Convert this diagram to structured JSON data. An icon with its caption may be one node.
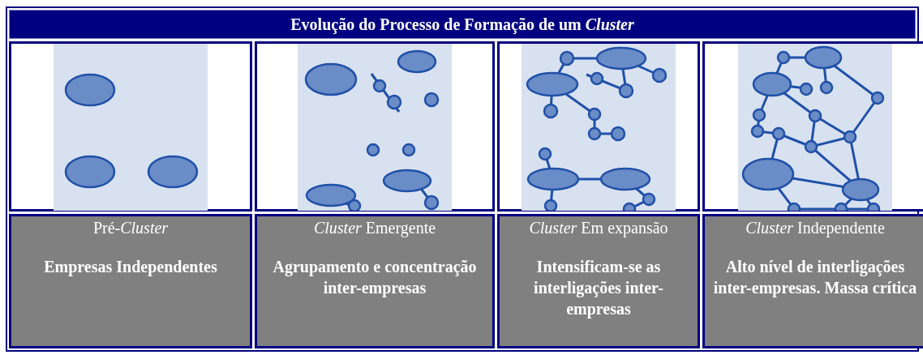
{
  "diagram": {
    "title": "Evolução do Processo de Formação de um *Cluster*",
    "nodes": [
      {
        "text": [
          "Pré-*Cluster*",
          "Empresas Independentes"
        ]
      },
      {
        "text": [
          "*Cluster* Emergente",
          "Agrupamento e concentração inter-empresas"
        ]
      },
      {
        "text": [
          "*Cluster* Em expansão",
          "Intensificam-se as interligações inter-empresas"
        ]
      },
      {
        "text": [
          "*Cluster* Independente",
          "Alto nível de interligações inter-empresas. Massa crítica"
        ]
      }
    ]
  }
}
